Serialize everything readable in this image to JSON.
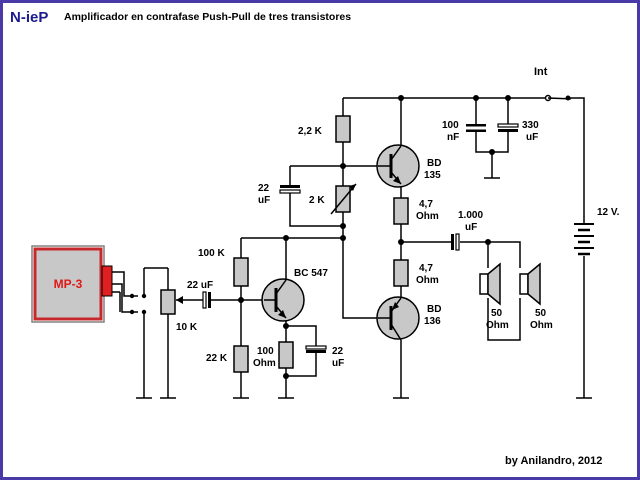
{
  "header": {
    "brand": "N-ieP",
    "title": "Amplificador en contrafase Push-Pull de tres transistores"
  },
  "footer": {
    "credit": "by Anilandro, 2012"
  },
  "source": {
    "label": "MP-3"
  },
  "components": {
    "r_top": "2,2 K",
    "r_bias_top": "100 K",
    "r_bias_bot": "22 K",
    "r_emitter_l1": "100",
    "r_emitter_l2": "Ohm",
    "r_out1_l1": "4,7",
    "r_out1_l2": "Ohm",
    "r_out2_l1": "4,7",
    "r_out2_l2": "Ohm",
    "pot_trim": "2 K",
    "pot_vol": "10 K",
    "cap_boot_l1": "22",
    "cap_boot_l2": "uF",
    "cap_in": "22 uF",
    "cap_emit_l1": "22",
    "cap_emit_l2": "uF",
    "cap_out_l1": "1.000",
    "cap_out_l2": "uF",
    "cap_dec1_l1": "100",
    "cap_dec1_l2": "nF",
    "cap_dec2_l1": "330",
    "cap_dec2_l2": "uF",
    "q1_l1": "BD",
    "q1_l2": "135",
    "q2_l1": "BD",
    "q2_l2": "136",
    "q3": "BC 547",
    "spk1_l1": "50",
    "spk1_l2": "Ohm",
    "spk2_l1": "50",
    "spk2_l2": "Ohm",
    "switch": "Int",
    "battery": "12 V."
  },
  "colors": {
    "frame": "#4a3aa8",
    "brand": "#1c1c8c",
    "resistor_fill": "#c8c8c8",
    "mp3_border": "#c8282c",
    "mp3_text": "#e01818",
    "jack": "#e02020"
  }
}
